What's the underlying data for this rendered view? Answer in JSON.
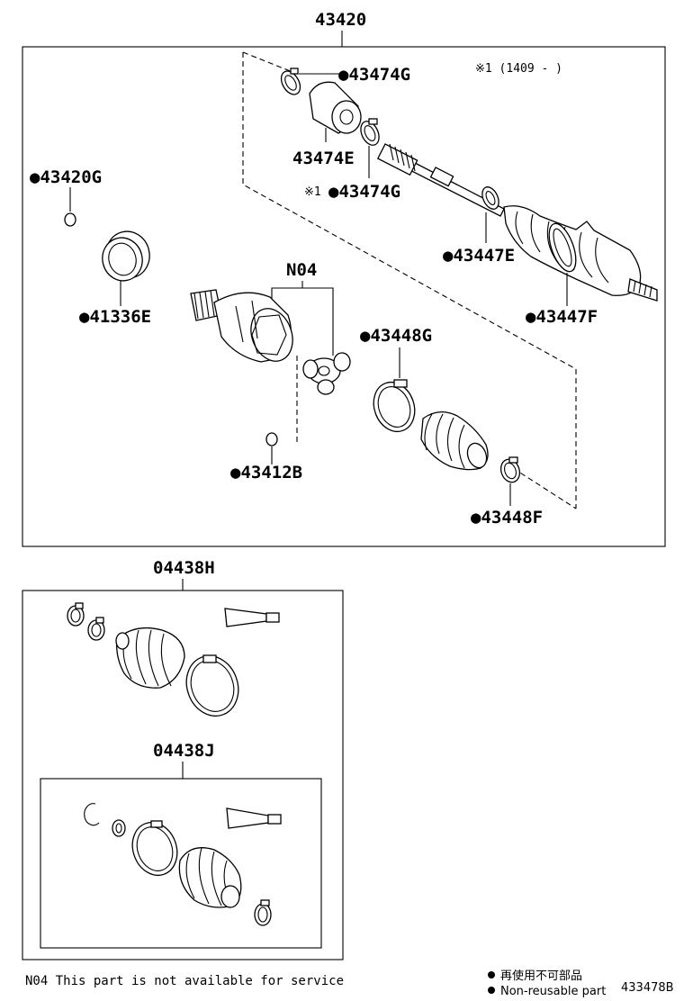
{
  "assembly": {
    "title": "43420",
    "note_top": "※1 (1409 -     )"
  },
  "parts": {
    "p43474G_top": "●43474G",
    "p43474E": "43474E",
    "p43474G_bottom_prefix": "※1",
    "p43474G_bottom": "●43474G",
    "p43420G": "●43420G",
    "p41336E": "●41336E",
    "n04": "N04",
    "p43447E": "●43447E",
    "p43447F": "●43447F",
    "p43448G": "●43448G",
    "p43412B": "●43412B",
    "p43448F": "●43448F"
  },
  "kits": {
    "kit1": "04438H",
    "kit2": "04438J"
  },
  "footer": {
    "note": "N04 This part is not available for service",
    "legend_jp": "再使用不可部品",
    "legend_en": "Non-reusable part",
    "diagram_id": "433478B"
  }
}
